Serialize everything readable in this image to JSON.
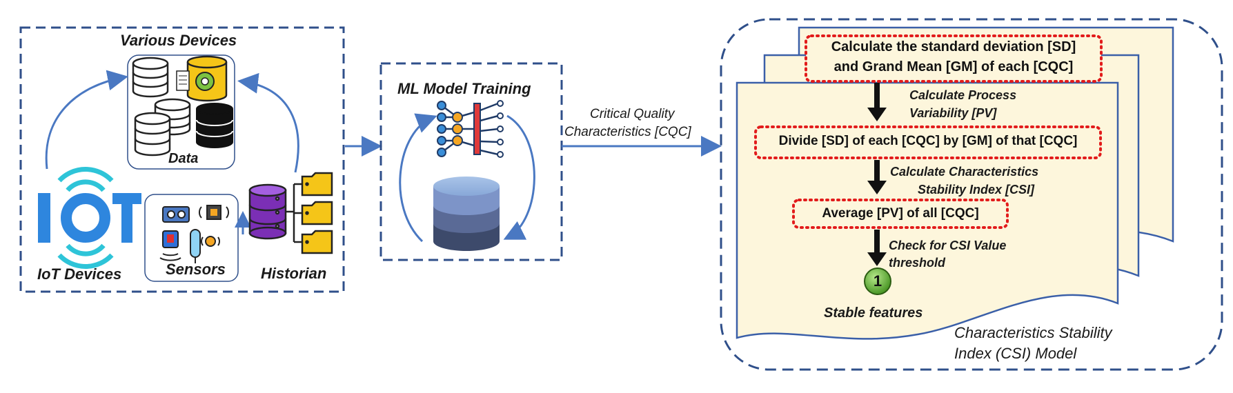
{
  "devices_panel": {
    "title": "Various Devices",
    "data_label": "Data",
    "iot_label": "IoT Devices",
    "iot_logo": "IOT",
    "sensors_label": "Sensors",
    "historian_label": "Historian"
  },
  "ml_panel": {
    "title": "ML Model Training"
  },
  "connector": {
    "line1": "Critical Quality",
    "line2": "Characteristics [CQC]"
  },
  "csi_panel": {
    "step1_line1": "Calculate the standard deviation [SD]",
    "step1_line2": "and Grand Mean [GM] of each [CQC]",
    "arrow1_line1": "Calculate Process",
    "arrow1_line2": "Variability [PV]",
    "step2": "Divide [SD] of each [CQC] by [GM] of that [CQC]",
    "arrow2_line1": "Calculate Characteristics",
    "arrow2_line2": "Stability Index [CSI]",
    "step3": "Average [PV] of all [CQC]",
    "arrow3_line1": "Check for CSI Value",
    "arrow3_line2": "threshold",
    "badge_number": "1",
    "result": "Stable features",
    "title_line1": "Characteristics Stability",
    "title_line2": "Index (CSI) Model"
  },
  "colors": {
    "dash_border": "#2f4f8a",
    "arrow_blue": "#4a78c2",
    "doc_fill": "#fdf6dc",
    "doc_stroke": "#3a5fa8",
    "dotted_red": "#e21b1b",
    "iot_blue": "#2e86de",
    "iot_cyan": "#2ec4d8",
    "folder_yellow": "#f5c518",
    "historian_purple": "#7b2fb5",
    "badge_green": "#5fb82e"
  }
}
